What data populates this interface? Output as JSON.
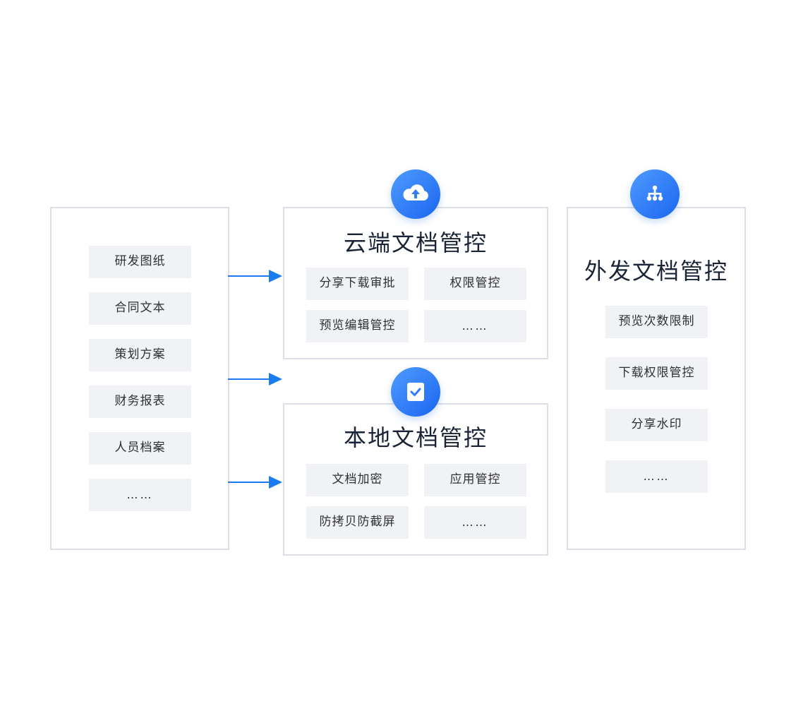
{
  "sources": {
    "items": [
      "研发图纸",
      "合同文本",
      "策划方案",
      "财务报表",
      "人员档案",
      "……"
    ]
  },
  "cloud": {
    "title": "云端文档管控",
    "icon": "cloud-upload-icon",
    "items": [
      "分享下载审批",
      "权限管控",
      "预览编辑管控",
      "……"
    ]
  },
  "local": {
    "title": "本地文档管控",
    "icon": "check-shield-icon",
    "items": [
      "文档加密",
      "应用管控",
      "防拷贝防截屏",
      "……"
    ]
  },
  "external": {
    "title": "外发文档管控",
    "icon": "sitemap-icon",
    "items": [
      "预览次数限制",
      "下载权限管控",
      "分享水印",
      "……"
    ]
  },
  "colors": {
    "accent": "#1a7cf0",
    "chip_bg": "#f0f2f5",
    "border": "#dcdfe6"
  }
}
